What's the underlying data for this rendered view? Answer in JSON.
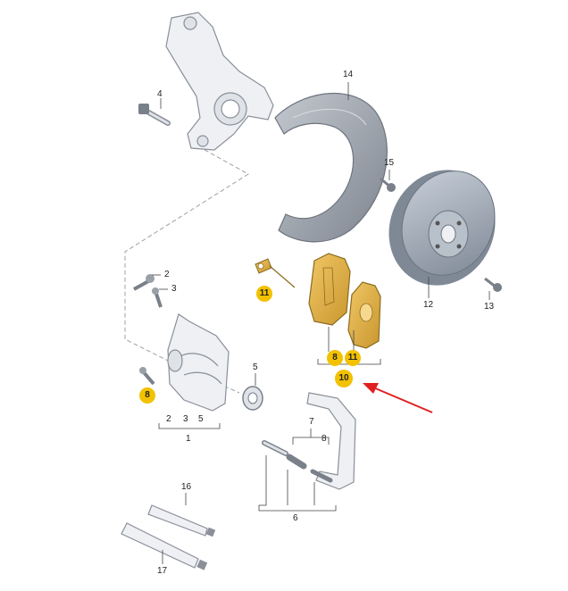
{
  "callouts": {
    "c14": "14",
    "c4": "4",
    "c15": "15",
    "c2": "2",
    "c3": "3",
    "c11_sensor": "11",
    "c12": "12",
    "c13": "13",
    "c5": "5",
    "c8_bolt": "8",
    "c8_pads": "8",
    "c11_pads": "11",
    "c10": "10",
    "c7": "7",
    "c8_bracket": "8",
    "c1_g2": "2",
    "c1_g3": "3",
    "c1_g5": "5",
    "c1": "1",
    "c6": "6",
    "c16": "16",
    "c17": "17"
  },
  "colors": {
    "highlight": "#f2c100",
    "arrow": "#e02020",
    "part_fill": "#eef0f3",
    "part_stroke": "#8a8f99",
    "shield_fill": "#9ea4ad",
    "disc_fill": "#a6afbb",
    "pad_fill": "#e0b44a"
  },
  "icons": {
    "pointer": "red-arrow-icon"
  }
}
